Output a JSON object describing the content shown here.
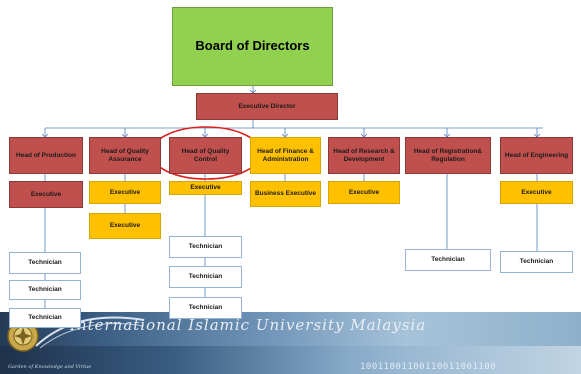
{
  "board": "Board of Directors",
  "executive_director": "Executive Director",
  "departments": {
    "production": {
      "head": "Head of Production",
      "executive": "Executive",
      "technicians": [
        "Technician",
        "Technician",
        "Technician"
      ]
    },
    "quality_assurance": {
      "head": "Head of Quality Assurance",
      "executives": [
        "Executive",
        "Executive"
      ]
    },
    "quality_control": {
      "head": "Head of Quality Control",
      "executive": "Executive",
      "technicians": [
        "Technician",
        "Technician",
        "Technician"
      ]
    },
    "finance_admin": {
      "head": "Head of Finance & Administration",
      "executive": "Business Executive"
    },
    "research_dev": {
      "head": "Head of Research & Development",
      "executive": "Executive"
    },
    "registration_regulation": {
      "head": "Head of Registration& Regulation",
      "technician": "Technician"
    },
    "engineering": {
      "head": "Head of Engineering",
      "executive": "Executive",
      "technician": "Technician"
    }
  },
  "footer": {
    "title": "International Islamic University Malaysia",
    "motto": "Garden of Knowledge and Virtue",
    "code": "10011001100110011001100"
  },
  "colors": {
    "management": "#c0504d",
    "executive": "#ffc000",
    "board": "#92d050",
    "connector": "#4f81bd",
    "highlight": "#e02020"
  }
}
